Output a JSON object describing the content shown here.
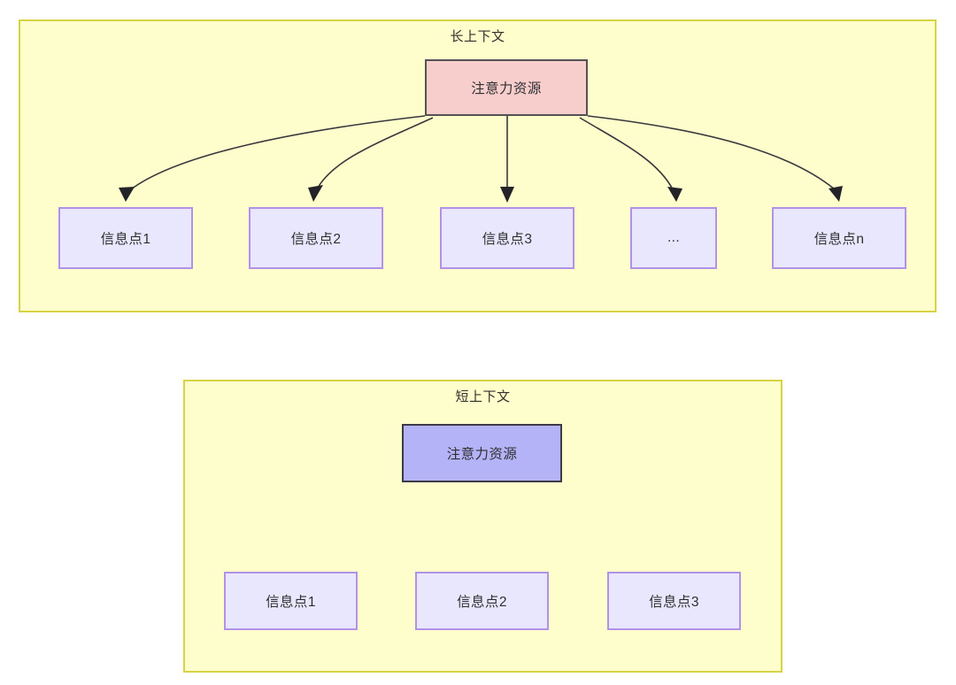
{
  "diagram": {
    "type": "flow-diagram",
    "background_color": "#ffffff",
    "palette": {
      "group_fill": "#fefecd",
      "group_border": "#d6d346",
      "root_long_fill": "#f8cecc",
      "root_long_border": "#555054",
      "root_short_fill": "#b5b3f8",
      "root_short_border": "#3b3b46",
      "leaf_fill": "#e9e7fd",
      "leaf_border": "#b292e8",
      "edge_color": "#38383d",
      "text_color": "#2f2f33"
    },
    "groups": [
      {
        "id": "long-context",
        "title": "长上下文",
        "root": {
          "label": "注意力资源"
        },
        "leaves": [
          {
            "label": "信息点1"
          },
          {
            "label": "信息点2"
          },
          {
            "label": "信息点3"
          },
          {
            "label": "..."
          },
          {
            "label": "信息点n"
          }
        ]
      },
      {
        "id": "short-context",
        "title": "短上下文",
        "root": {
          "label": "注意力资源"
        },
        "leaves": [
          {
            "label": "信息点1"
          },
          {
            "label": "信息点2"
          },
          {
            "label": "信息点3"
          }
        ]
      }
    ]
  }
}
